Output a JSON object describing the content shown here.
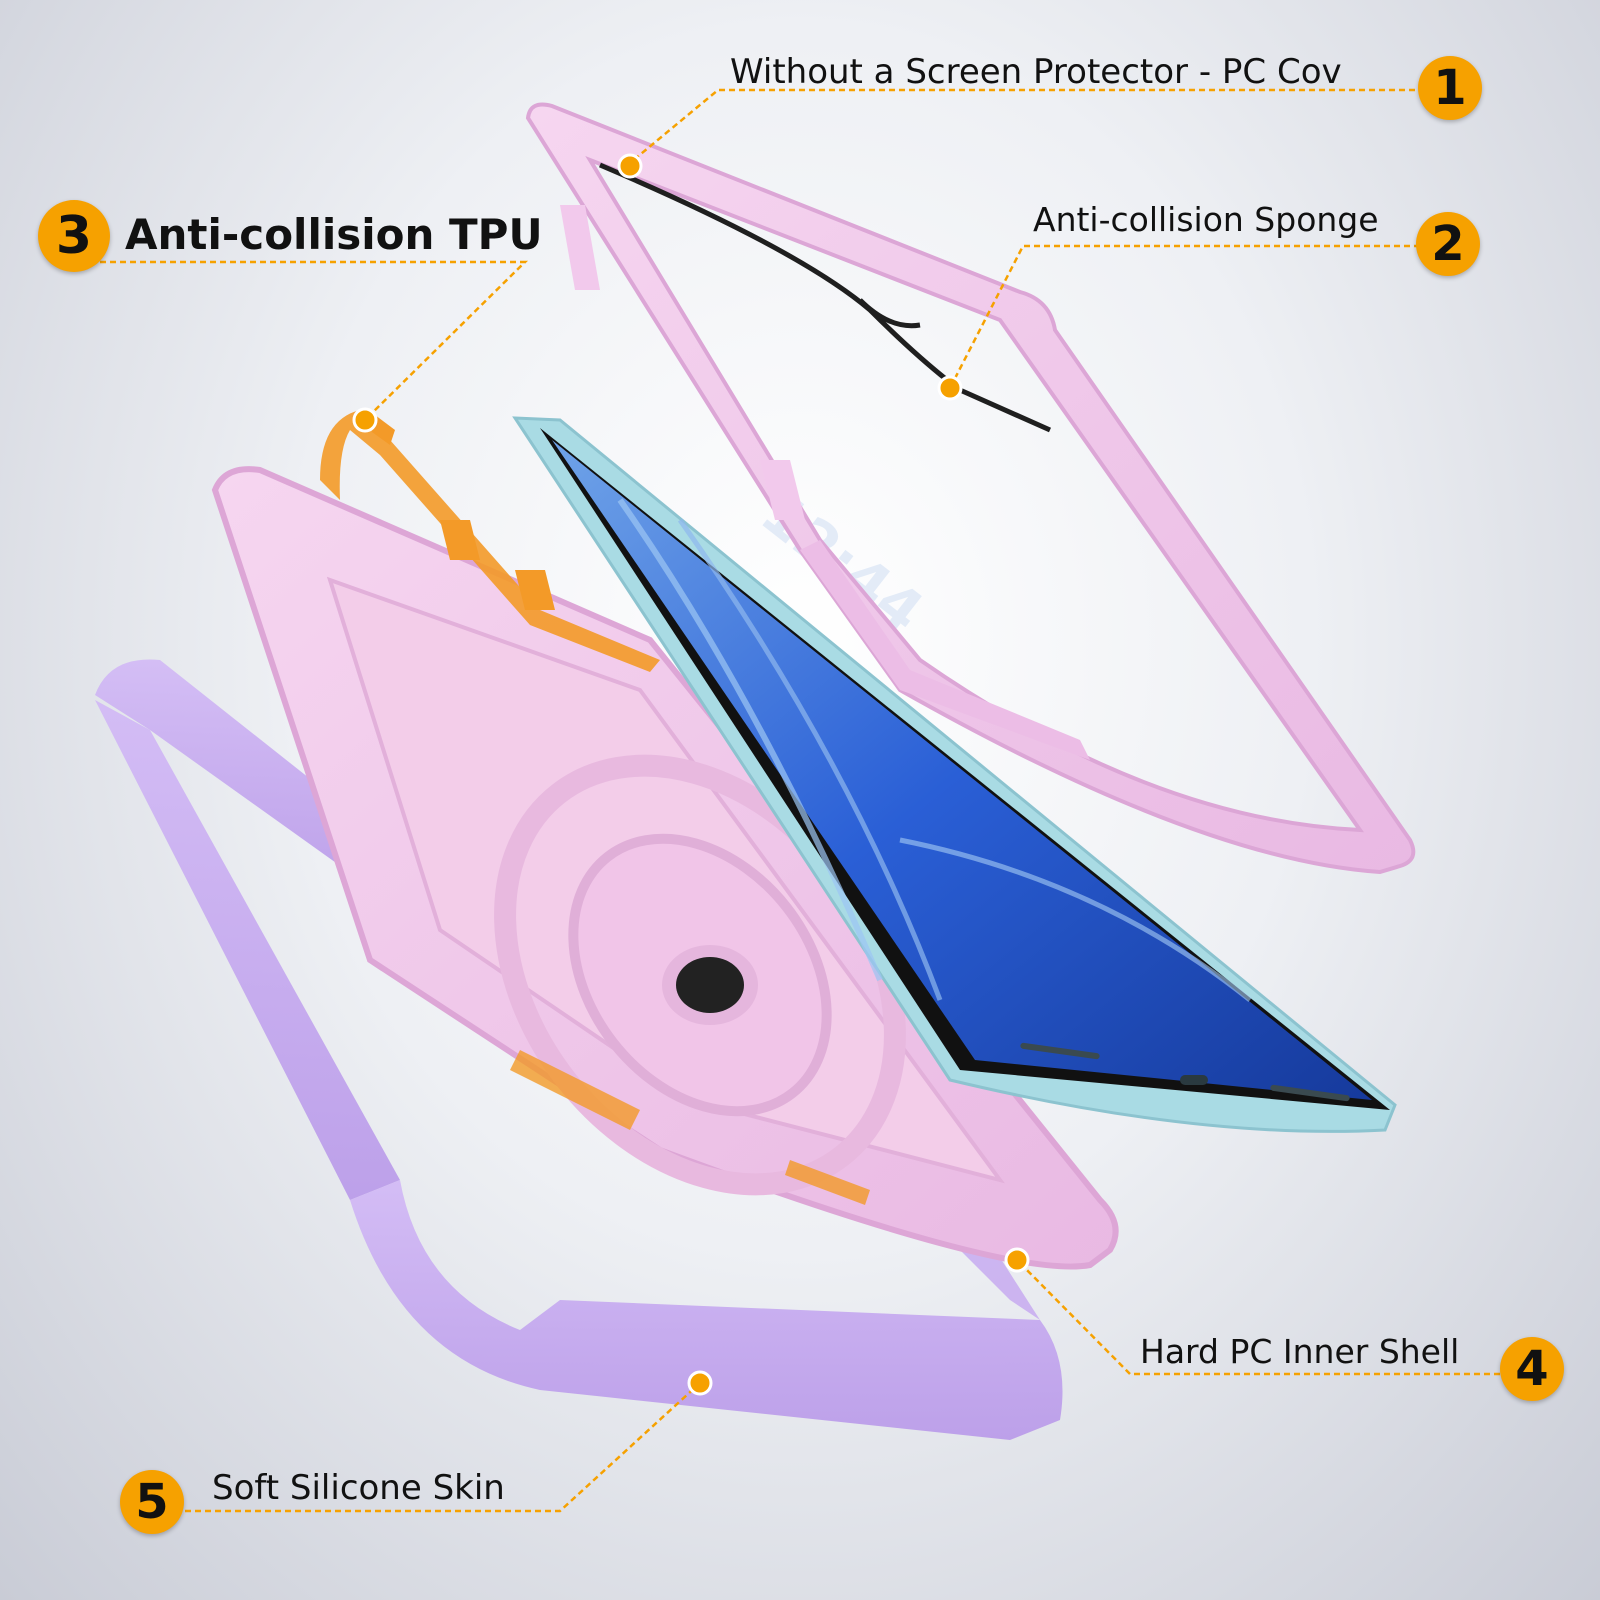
{
  "colors": {
    "accent": "#f6a100",
    "shell": "#f0c6ea",
    "skin": "#c4a6f0",
    "tpu": "#f39a28",
    "screen": "#2a5fd6",
    "tablet_frame": "#a9dbe4"
  },
  "callouts": [
    {
      "number": "1",
      "label": "Without a Screen Protector - PC Cov"
    },
    {
      "number": "2",
      "label": "Anti-collision Sponge"
    },
    {
      "number": "3",
      "label": "Anti-collision TPU"
    },
    {
      "number": "4",
      "label": "Hard PC Inner Shell"
    },
    {
      "number": "5",
      "label": "Soft Silicone Skin"
    }
  ],
  "tablet": {
    "lockscreen_time": "12:44"
  }
}
